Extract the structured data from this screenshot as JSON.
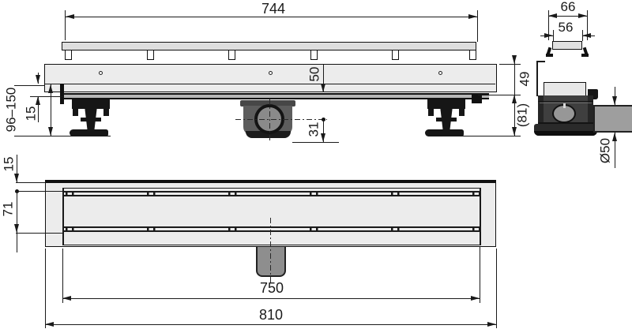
{
  "drawing": {
    "side_view": {
      "grate_length": "744",
      "depth_to_floor": "50",
      "outlet_axis_height": "31",
      "adjustable_height": "96–150",
      "edge_offset": "15",
      "body_height": "49",
      "overall_height": "(81)"
    },
    "grate_section": {
      "outer_width": "66",
      "inner_width": "56"
    },
    "end_view": {
      "outlet_diameter": "Ø50"
    },
    "plan_view": {
      "edge_width": "15",
      "trough_width": "71",
      "trough_length": "750",
      "overall_length": "810"
    }
  }
}
